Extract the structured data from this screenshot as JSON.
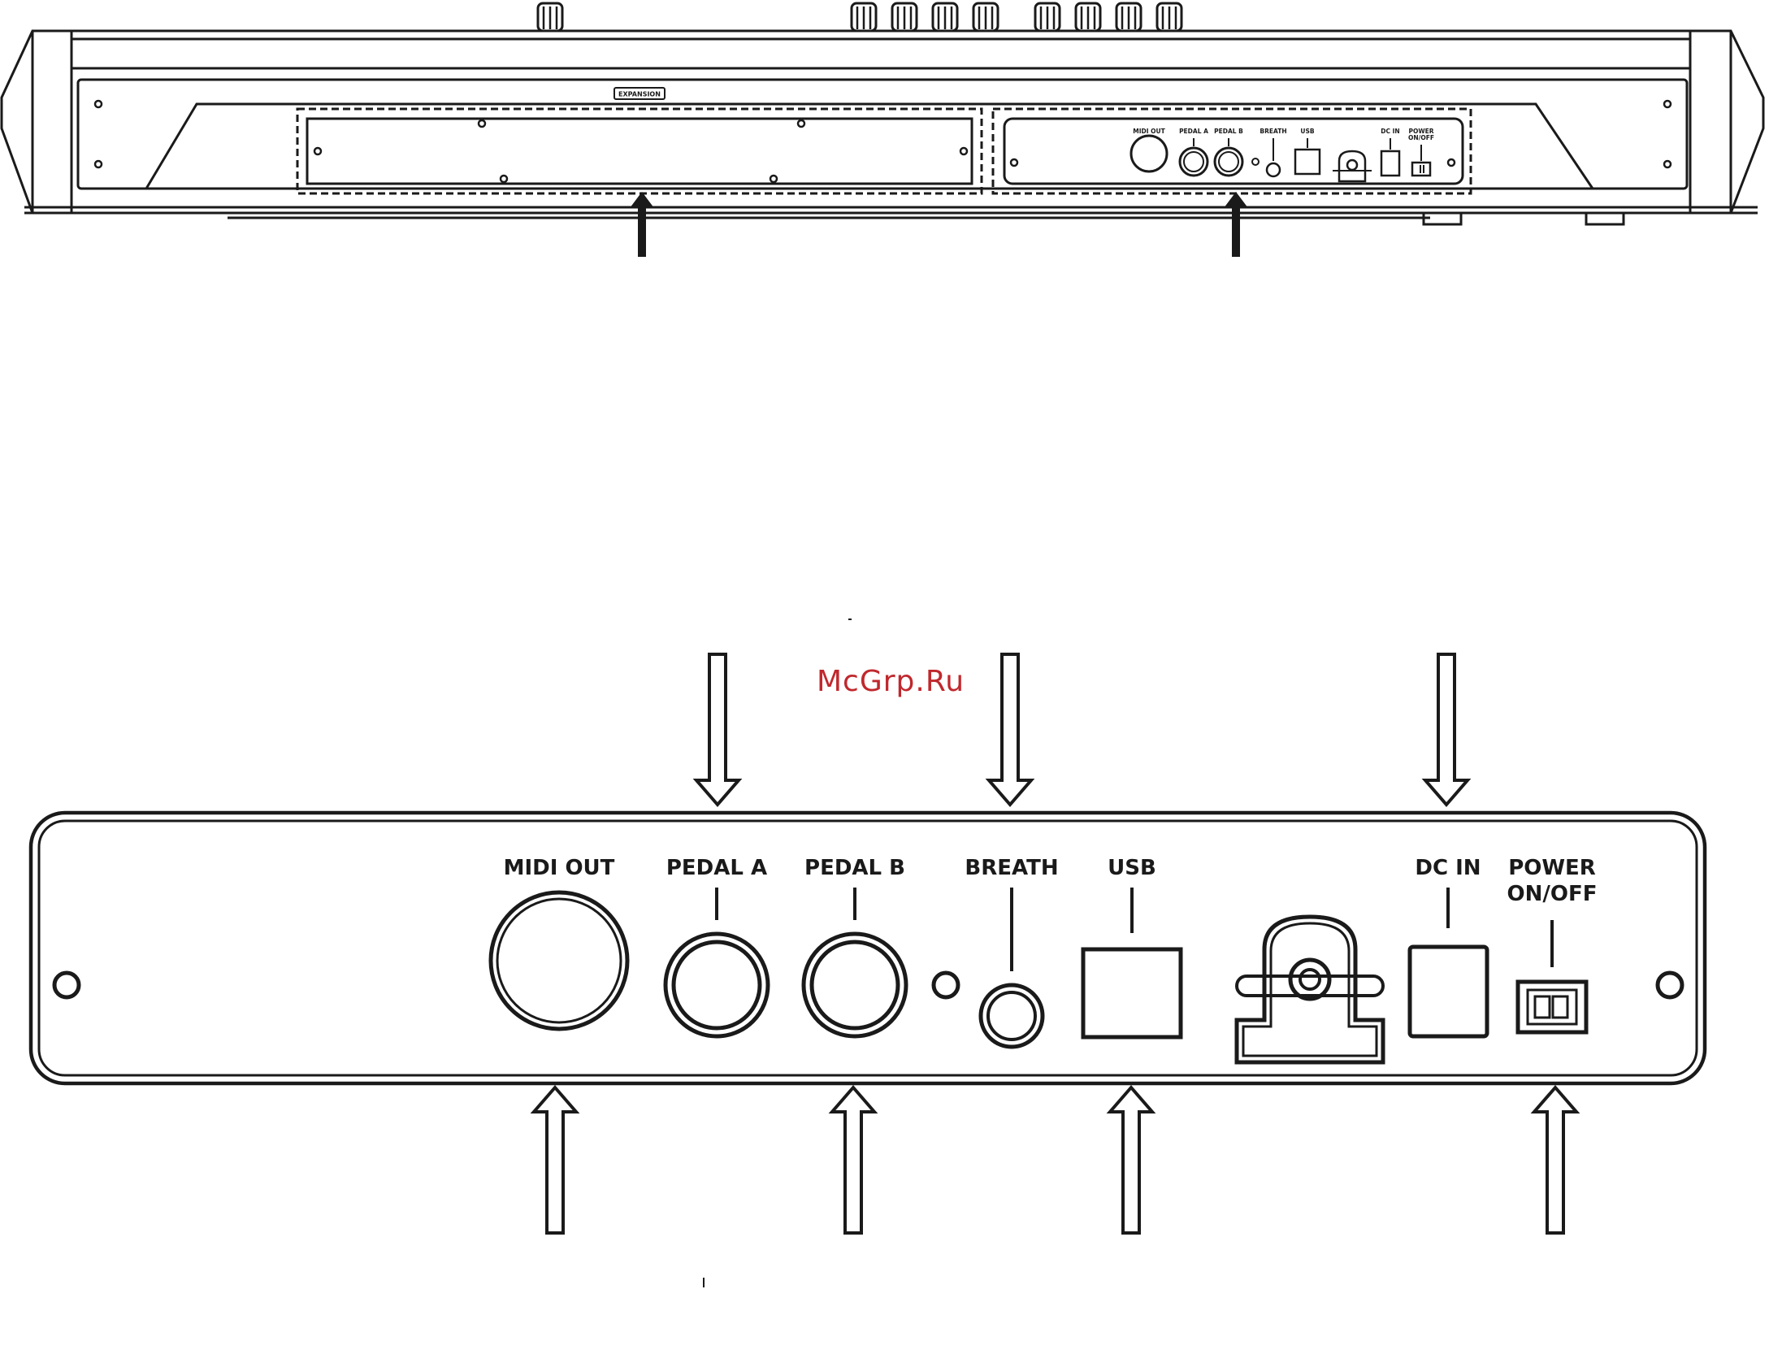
{
  "watermark": "McGrp.Ru",
  "overview_labels": {
    "expansion": "EXPANSION",
    "midi_out": "MIDI OUT",
    "pedal_a": "PEDAL A",
    "pedal_b": "PEDAL B",
    "breath": "BREATH",
    "usb": "USB",
    "dc_in": "DC IN",
    "power": "POWER",
    "on_off": "ON/OFF"
  },
  "detail_labels": {
    "midi_out": "MIDI OUT",
    "pedal_a": "PEDAL A",
    "pedal_b": "PEDAL B",
    "breath": "BREATH",
    "usb": "USB",
    "dc_in": "DC IN",
    "power": "POWER",
    "on_off": "ON/OFF"
  },
  "colors": {
    "line": "#1a1a1a",
    "watermark": "#c0282d"
  }
}
